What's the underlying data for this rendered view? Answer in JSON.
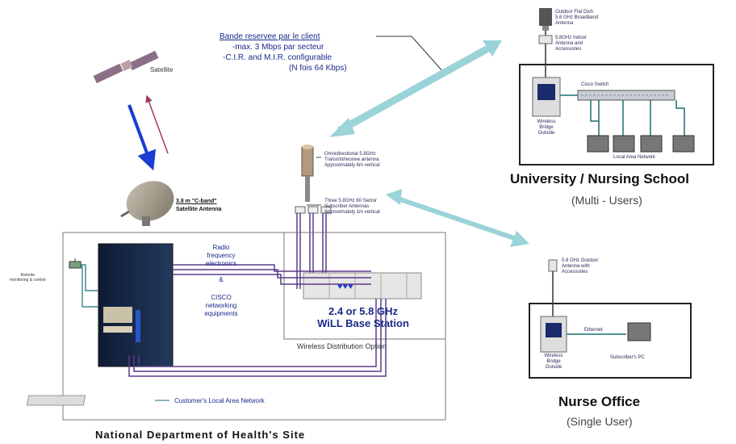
{
  "satellite": {
    "label": "Satellite"
  },
  "band_note": {
    "title": "Bande reservee par le client",
    "line1": "-max. 3 Mbps par secteur",
    "line2": "-C.I.R. and M.I.R. configurable",
    "line3": "(N fois 64 Kbps)"
  },
  "dish": {
    "label1": "3.8 m \"C-band\"",
    "label2": "Satellite Antenna"
  },
  "rack_labels": {
    "rf1": "Radio",
    "rf2": "frequency",
    "rf3": "electronics",
    "amp": "&",
    "cisco1": "CISCO",
    "cisco2": "networking",
    "cisco3": "equipments"
  },
  "remote": {
    "line1": "Remote",
    "line2": "monitoring & control"
  },
  "base_station": {
    "line1": "2.4 or 5.8 GHz",
    "line2": "WiLL  Base Station",
    "caption": "Wireless Distribution Option"
  },
  "antenna_notes": {
    "omni1": "Omnidirectional 5.8GHz",
    "omni2": "Transmit/receive antenna",
    "omni3": "Approximately 6m vertical",
    "sector1": "Three 5.8GHz 60 Sector",
    "sector2": "Subscriber Antennas",
    "sector3": "Approximately 1m vertical"
  },
  "lan": {
    "label": "Customer's Local Area Network"
  },
  "site": {
    "title": "National Department of Health's    Site"
  },
  "university": {
    "title": "University / Nursing School",
    "subtitle": "(Multi - Users)",
    "dish1": "Outdoor Flat Dish",
    "dish2": "5.8 GHz Broadband",
    "dish3": "Antenna",
    "cable1": "5.8GHz Indoor",
    "cable2": "Antenna and",
    "cable3": "Accessories",
    "switch": "Cisco Switch",
    "bridge1": "Wireless",
    "bridge2": "Bridge",
    "bridge3": "Outside",
    "lan": "Local Area Network"
  },
  "nurse": {
    "title": "Nurse Office",
    "subtitle": "(Single  User)",
    "ant1": "5.8 GHz Outdoor",
    "ant2": "Antenna with",
    "ant3": "Accessories",
    "ethernet": "Ethernet",
    "bridge1": "Wireless",
    "bridge2": "Bridge",
    "bridge3": "Outside",
    "pc": "Subscriber's PC"
  },
  "colors": {
    "navy": "#1a2a8a",
    "teal_link": "#9ad3d8",
    "lan_line": "#1a6e70",
    "cable_purple": "#5a3a8a",
    "down_arrow": "#1a3ed0",
    "up_arrow": "#a03a5a"
  }
}
